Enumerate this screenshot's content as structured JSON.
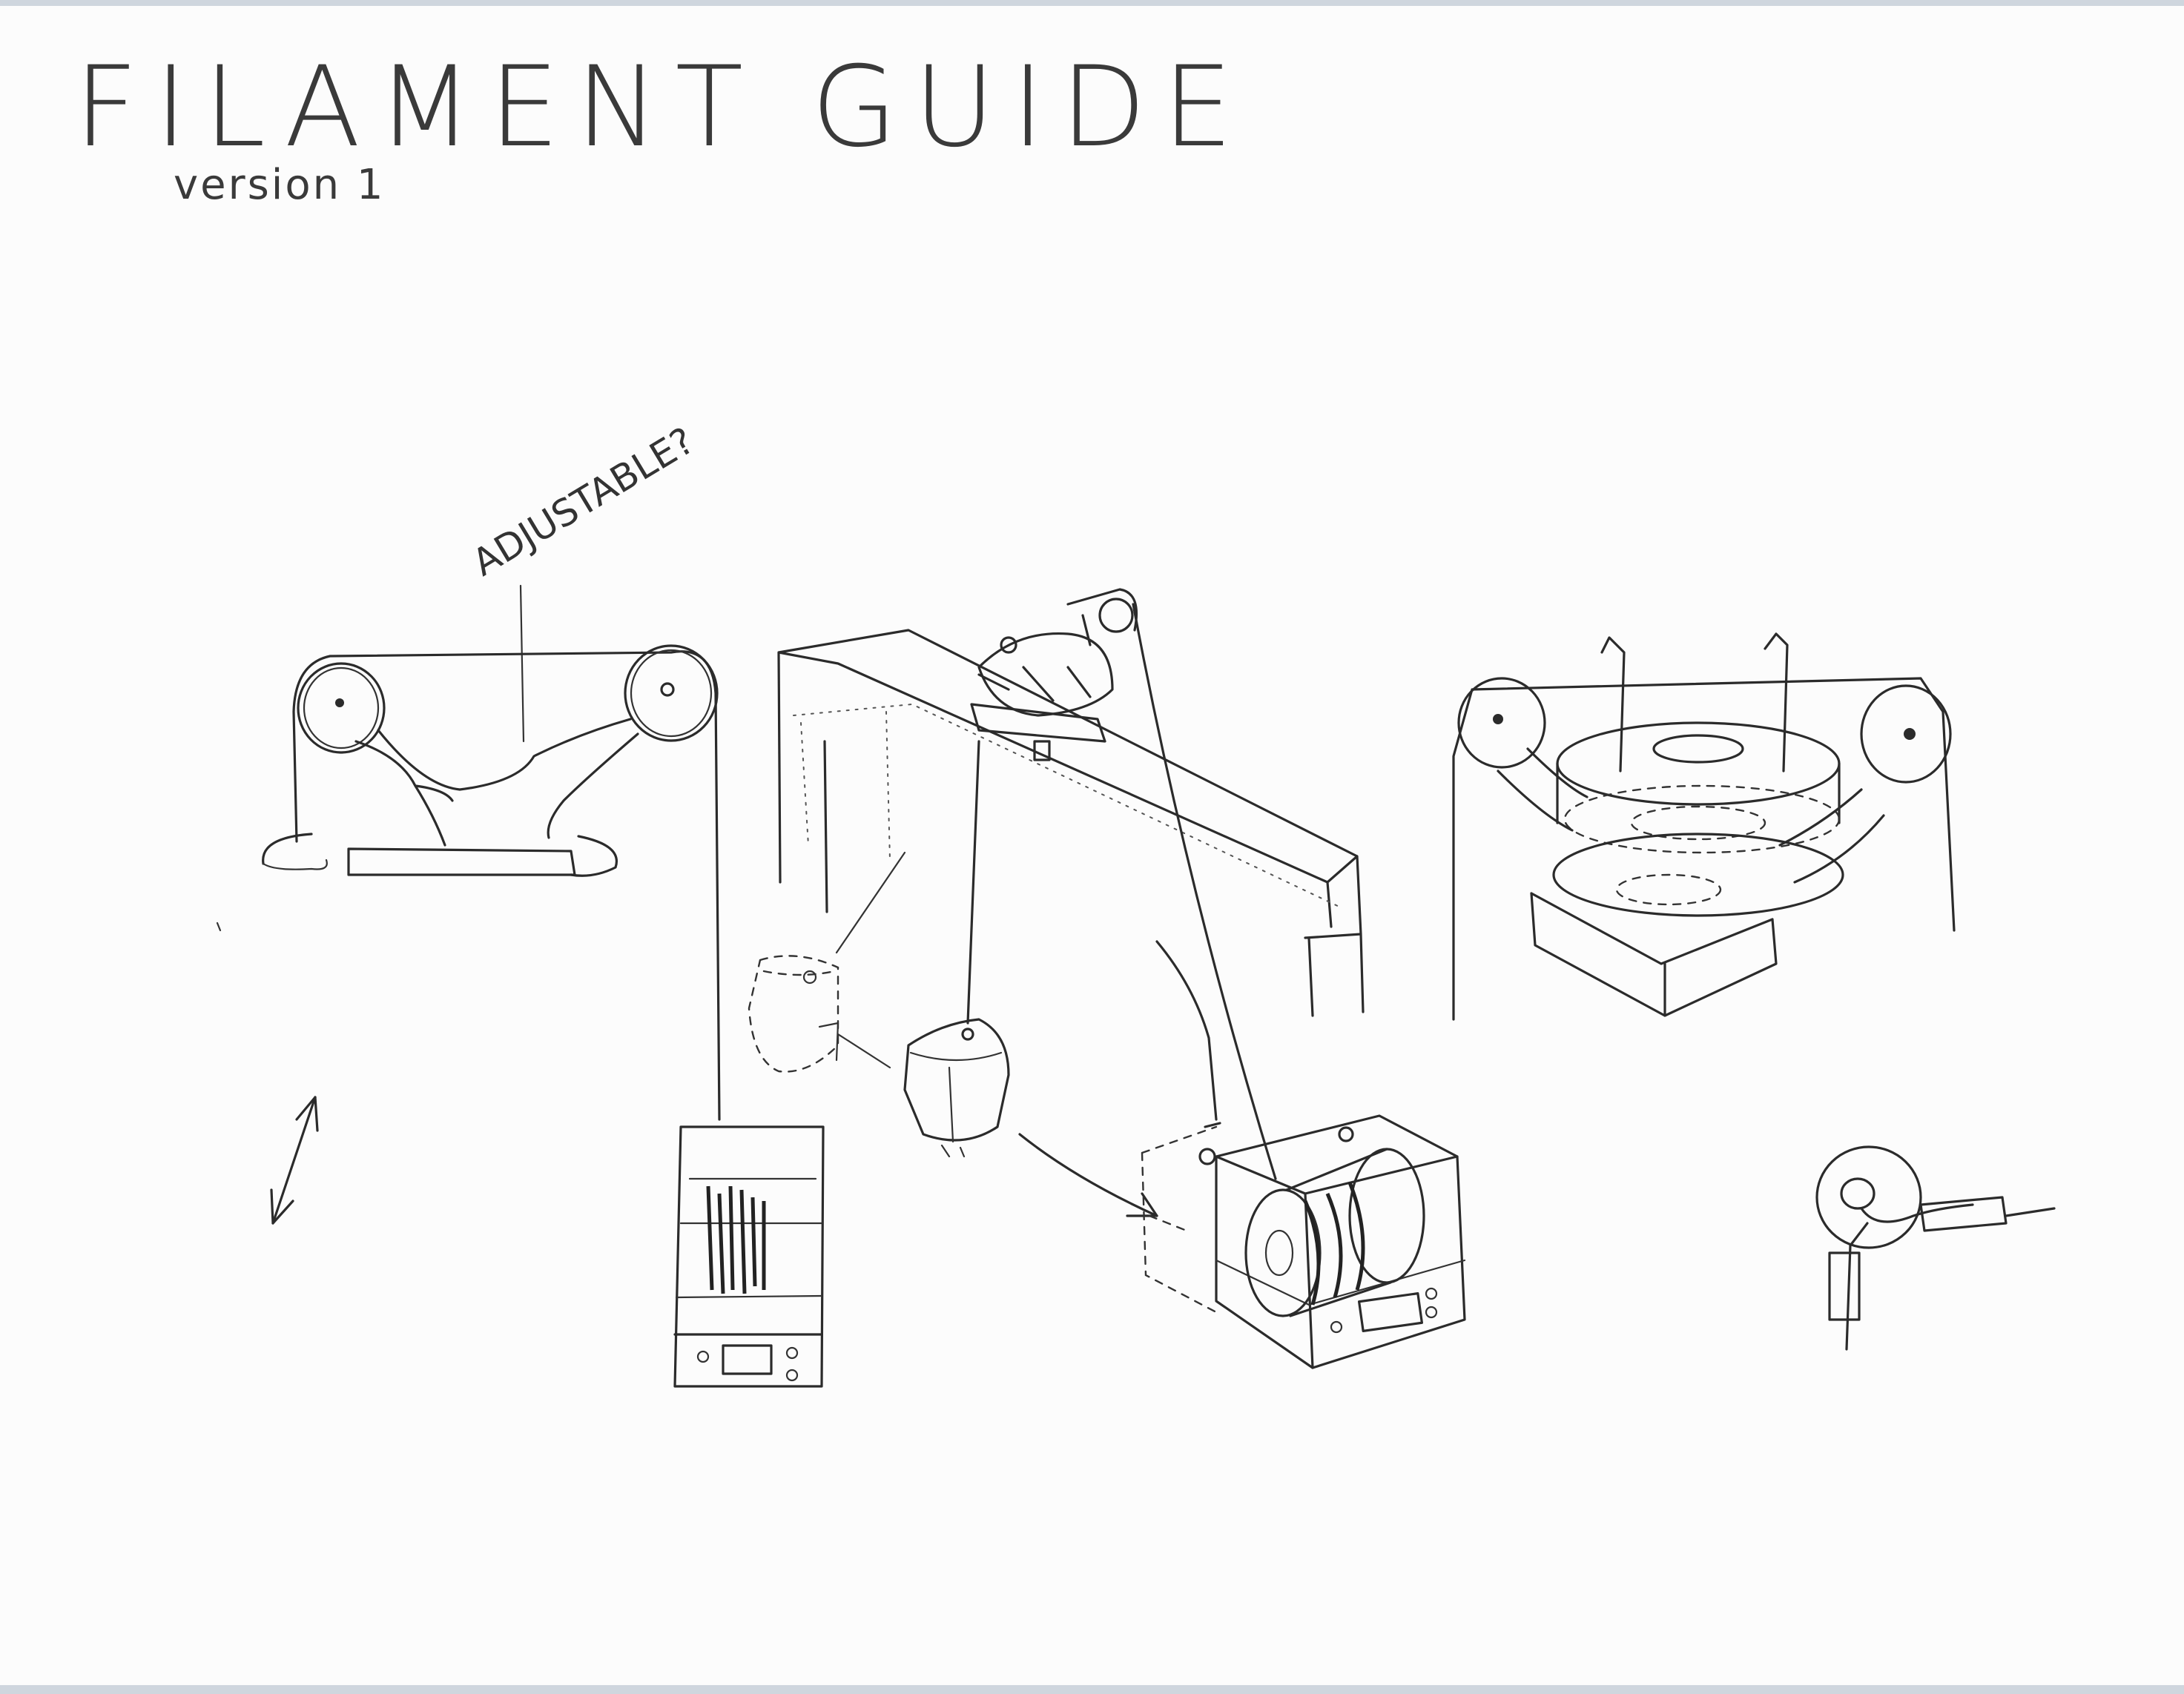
{
  "title": "FILAMENT GUIDE",
  "subtitle": "version 1",
  "annotations": {
    "adjustable": "ADJUSTABLE?"
  },
  "colors": {
    "paper": "#fcfcfc",
    "ink": "#2b2b2b",
    "border": "#cfd6de"
  }
}
